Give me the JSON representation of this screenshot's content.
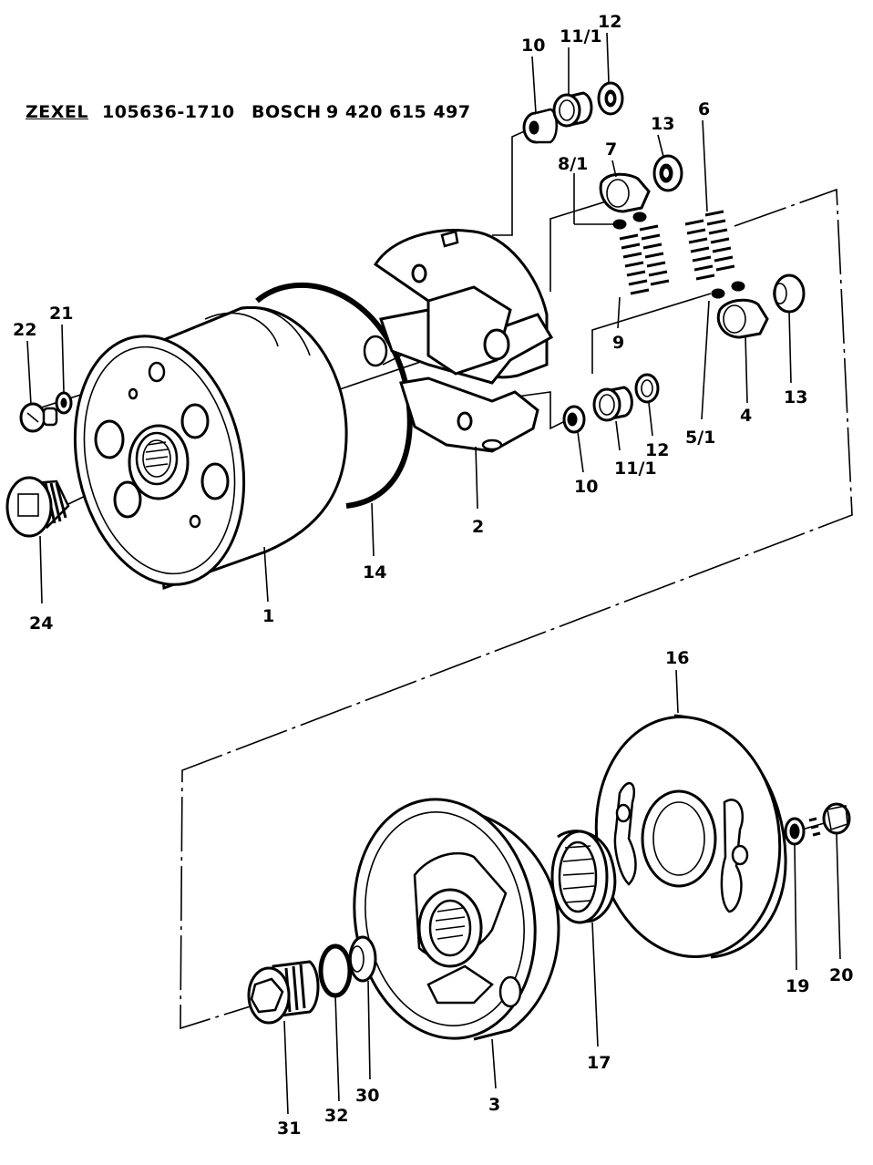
{
  "header": {
    "maker1": "ZEXEL",
    "pn1": "105636-1710",
    "maker2": "BOSCH",
    "pn2": "9 420 615 497"
  },
  "callouts": {
    "p1": "1",
    "p2": "2",
    "p3": "3",
    "p4": "4",
    "p51": "5/1",
    "p6": "6",
    "p7": "7",
    "p81": "8/1",
    "p9": "9",
    "p10a": "10",
    "p111a": "11/1",
    "p12a": "12",
    "p10b": "10",
    "p111b": "11/1",
    "p12b": "12",
    "p13a": "13",
    "p13b": "13",
    "p14": "14",
    "p16": "16",
    "p17": "17",
    "p19": "19",
    "p20": "20",
    "p21": "21",
    "p22": "22",
    "p24": "24",
    "p30": "30",
    "p31": "31",
    "p32": "32"
  }
}
